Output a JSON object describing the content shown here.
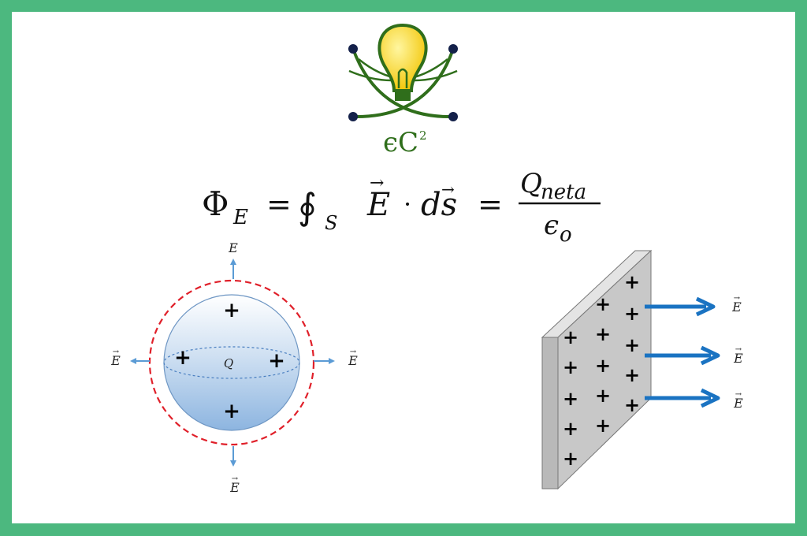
{
  "colors": {
    "border": "#4cb87f",
    "background": "#ffffff",
    "logo_green": "#2f6e1b",
    "logo_navy": "#14214a",
    "bulb_yellow": "#f7d21c",
    "arrow_blue": "#1a73c2",
    "light_arrow_blue": "#5b9bd5",
    "dashed_red": "#e0202a",
    "sphere_blue": "#9fc3e6",
    "plate_gray": "#c8c8c8"
  },
  "logo": {
    "text_main": "ϵC",
    "text_sup": "2"
  },
  "equation": {
    "phi": "Φ",
    "phi_sub": "E",
    "equals": "=",
    "oint": "∮",
    "oint_sub": "S",
    "field": "E",
    "dot": "·",
    "ds": "ds",
    "charge": "Q",
    "charge_sub": "neta",
    "epsilon": "ϵ",
    "epsilon_sub": "o",
    "vec_mark": "→"
  },
  "sphere": {
    "center_label": "Q",
    "top_label": "E",
    "left_label": "E",
    "right_label": "E",
    "bottom_label": "E",
    "plus": "+"
  },
  "plate": {
    "plus": "+",
    "arrow_labels": [
      "E",
      "E",
      "E"
    ]
  }
}
